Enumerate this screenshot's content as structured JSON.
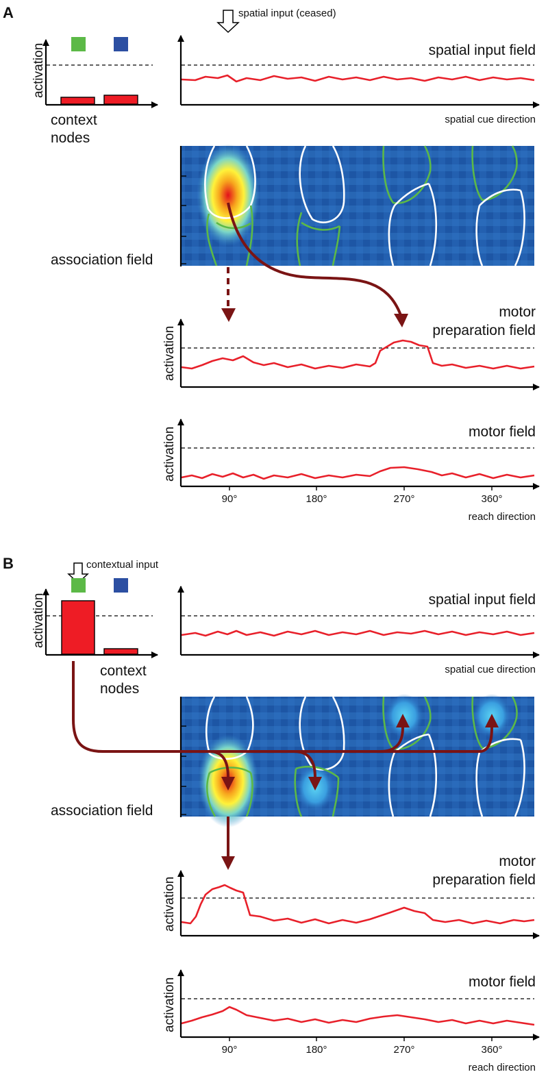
{
  "panels": [
    {
      "letter": "A",
      "top_input_label": "spatial input (ceased)",
      "context_nodes": {
        "ylabel": "activation",
        "label_line1": "context",
        "label_line2": "nodes",
        "values": [
          0.09,
          0.13
        ],
        "colors": [
          "#5cb947",
          "#2c4fa2"
        ]
      },
      "spatial_input": {
        "title": "spatial input field",
        "xlabel": "spatial cue direction",
        "level": "low"
      },
      "association": {
        "label": "association field",
        "peak_column": "90°",
        "peak_row": "upper"
      },
      "motor_prep": {
        "ylabel": "activation",
        "title_line1": "motor",
        "title_line2": "preparation field",
        "peak_at": "270°"
      },
      "motor": {
        "ylabel": "activation",
        "title": "motor field",
        "xlabel": "reach direction",
        "ticks": [
          "90°",
          "180°",
          "270°",
          "360°"
        ]
      }
    },
    {
      "letter": "B",
      "top_input_label": "contextual input",
      "context_nodes": {
        "ylabel": "activation",
        "label_line1": "context",
        "label_line2": "nodes",
        "values": [
          0.87,
          0.08
        ],
        "colors": [
          "#5cb947",
          "#2c4fa2"
        ]
      },
      "spatial_input": {
        "title": "spatial input field",
        "xlabel": "spatial cue direction",
        "level": "low"
      },
      "association": {
        "label": "association field",
        "peak_column": "90°",
        "peak_row": "lower"
      },
      "motor_prep": {
        "ylabel": "activation",
        "title_line1": "motor",
        "title_line2": "preparation field",
        "peak_at": "90°"
      },
      "motor": {
        "ylabel": "activation",
        "title": "motor field",
        "xlabel": "reach direction",
        "ticks": [
          "90°",
          "180°",
          "270°",
          "360°"
        ]
      }
    }
  ],
  "colors": {
    "trace": "#e8202a",
    "flow_arrow": "#7a1414",
    "heat_background": "#1f5fae",
    "contour_white": "#ffffff",
    "contour_green": "#5cb947"
  }
}
